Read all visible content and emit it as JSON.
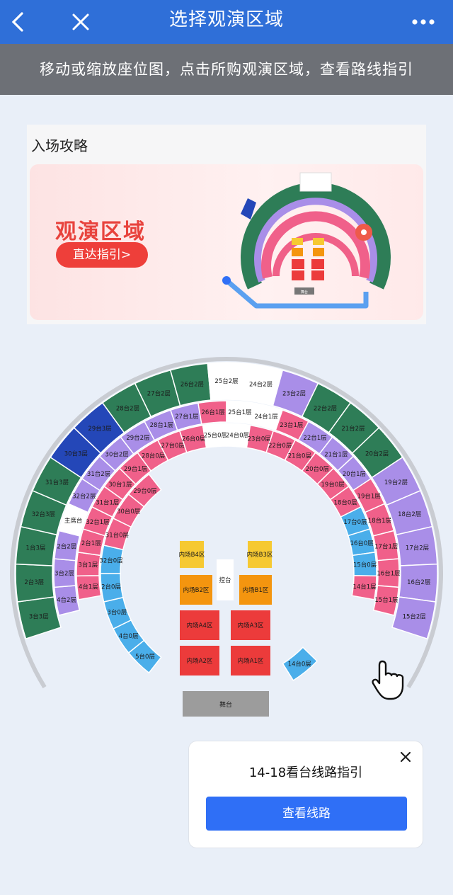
{
  "nav": {
    "title": "选择观演区域",
    "back_icon": "chevron-left-icon",
    "close_icon": "close-icon",
    "more_icon": "more-dots-icon"
  },
  "hint": "移动或缩放座位图，点击所购观演区域，查看路线指引",
  "guide": {
    "title": "入场攻略",
    "banner_title": "观演区域",
    "banner_button": "直达指引>",
    "mini_stage": "舞台"
  },
  "colors": {
    "nav": "#2f6fd8",
    "tier3": "#2e7d57",
    "tier2": "#a98ee8",
    "tier1": "#f0608a",
    "tier0": "#f06088",
    "blue": "#4aaeea",
    "darkblue": "#2447b8",
    "yellow": "#f6c932",
    "orange": "#f4950f",
    "red": "#ec3b3b",
    "stage": "#9c9c9c"
  },
  "seat_map": {
    "tier3": [
      {
        "label": "3台3层",
        "color": "#2e7d57"
      },
      {
        "label": "2台3层",
        "color": "#2e7d57"
      },
      {
        "label": "1台3层",
        "color": "#2e7d57"
      },
      {
        "label": "32台3层",
        "color": "#2e7d57"
      },
      {
        "label": "31台3层",
        "color": "#2e7d57"
      },
      {
        "label": "30台3层",
        "color": "#2447b8"
      },
      {
        "label": "29台3层",
        "color": "#2447b8"
      },
      {
        "label": "28台2层",
        "color": "#2e7d57"
      },
      {
        "label": "27台2层",
        "color": "#2e7d57"
      },
      {
        "label": "26台2层",
        "color": "#2e7d57"
      },
      {
        "label": "25台2层",
        "color": "#ffffff"
      },
      {
        "label": "24台2层",
        "color": "#ffffff"
      },
      {
        "label": "23台2层",
        "color": "#a98ee8"
      },
      {
        "label": "22台2层",
        "color": "#2e7d57"
      },
      {
        "label": "21台2层",
        "color": "#2e7d57"
      },
      {
        "label": "20台2层",
        "color": "#2e7d57"
      },
      {
        "label": "19台2层",
        "color": "#a98ee8"
      },
      {
        "label": "18台2层",
        "color": "#a98ee8"
      },
      {
        "label": "17台2层",
        "color": "#a98ee8"
      },
      {
        "label": "16台2层",
        "color": "#a98ee8"
      },
      {
        "label": "15台2层",
        "color": "#a98ee8"
      }
    ],
    "tier2": [
      {
        "label": "4台2层",
        "color": "#a98ee8"
      },
      {
        "label": "3台2层",
        "color": "#a98ee8"
      },
      {
        "label": "2台2层",
        "color": "#a98ee8"
      },
      {
        "label": "主席台",
        "color": "#ffffff"
      },
      {
        "label": "32台2层",
        "color": "#a98ee8"
      },
      {
        "label": "31台2层",
        "color": "#a98ee8"
      },
      {
        "label": "30台2层",
        "color": "#a98ee8"
      },
      {
        "label": "29台2层",
        "color": "#a98ee8"
      },
      {
        "label": "28台1层",
        "color": "#a98ee8"
      },
      {
        "label": "27台1层",
        "color": "#a98ee8"
      },
      {
        "label": "26台1层",
        "color": "#f0608a"
      },
      {
        "label": "25台1层",
        "color": "#ffffff"
      },
      {
        "label": "24台1层",
        "color": "#ffffff"
      },
      {
        "label": "23台1层",
        "color": "#f0608a"
      },
      {
        "label": "22台1层",
        "color": "#a98ee8"
      },
      {
        "label": "21台1层",
        "color": "#a98ee8"
      },
      {
        "label": "20台1层",
        "color": "#a98ee8"
      },
      {
        "label": "19台1层",
        "color": "#f0608a"
      },
      {
        "label": "18台1层",
        "color": "#f0608a"
      },
      {
        "label": "17台1层",
        "color": "#f0608a"
      },
      {
        "label": "16台1层",
        "color": "#f0608a"
      },
      {
        "label": "15台1层",
        "color": "#f0608a"
      }
    ],
    "tier1": [
      {
        "label": "4台1层",
        "color": "#f0608a"
      },
      {
        "label": "3台1层",
        "color": "#f0608a"
      },
      {
        "label": "2台1层",
        "color": "#f0608a"
      },
      {
        "label": "32台1层",
        "color": "#f0608a"
      },
      {
        "label": "31台1层",
        "color": "#f0608a"
      },
      {
        "label": "30台1层",
        "color": "#f0608a"
      },
      {
        "label": "29台1层",
        "color": "#f0608a"
      },
      {
        "label": "28台0层",
        "color": "#f0608a"
      },
      {
        "label": "27台0层",
        "color": "#f0608a"
      },
      {
        "label": "26台0层",
        "color": "#f0608a"
      },
      {
        "label": "25台0层",
        "color": "#ffffff"
      },
      {
        "label": "24台0层",
        "color": "#ffffff"
      },
      {
        "label": "23台0层",
        "color": "#f0608a"
      },
      {
        "label": "22台0层",
        "color": "#f0608a"
      },
      {
        "label": "21台0层",
        "color": "#f0608a"
      },
      {
        "label": "20台0层",
        "color": "#f0608a"
      },
      {
        "label": "19台0层",
        "color": "#f0608a"
      },
      {
        "label": "18台0层",
        "color": "#f0608a"
      },
      {
        "label": "17台0层",
        "color": "#4aaeea"
      },
      {
        "label": "16台0层",
        "color": "#4aaeea"
      },
      {
        "label": "15台0层",
        "color": "#4aaeea"
      },
      {
        "label": "14台1层",
        "color": "#f0608a"
      }
    ],
    "tier0": [
      {
        "label": "5台0层",
        "color": "#4aaeea"
      },
      {
        "label": "4台0层",
        "color": "#4aaeea"
      },
      {
        "label": "3台0层",
        "color": "#4aaeea"
      },
      {
        "label": "2台0层",
        "color": "#4aaeea"
      },
      {
        "label": "32台0层",
        "color": "#4aaeea"
      },
      {
        "label": "31台0层",
        "color": "#f0608a"
      },
      {
        "label": "30台0层",
        "color": "#f0608a"
      },
      {
        "label": "29台0层",
        "color": "#f0608a"
      },
      {
        "label": "14台0层",
        "color": "#4aaeea"
      }
    ],
    "floor": [
      {
        "label": "内场B4区",
        "color": "#f6c932"
      },
      {
        "label": "内场B3区",
        "color": "#f6c932"
      },
      {
        "label": "内场B2区",
        "color": "#f4950f"
      },
      {
        "label": "内场B1区",
        "color": "#f4950f"
      },
      {
        "label": "内场A4区",
        "color": "#ec3b3b"
      },
      {
        "label": "内场A3区",
        "color": "#ec3b3b"
      },
      {
        "label": "内场A2区",
        "color": "#ec3b3b"
      },
      {
        "label": "内场A1区",
        "color": "#ec3b3b"
      }
    ],
    "control": "控台",
    "stage": "舞台",
    "pointer_icon": "hand-pointer-icon"
  },
  "popup": {
    "title": "14-18看台线路指引",
    "button": "查看线路",
    "close_icon": "close-icon"
  }
}
